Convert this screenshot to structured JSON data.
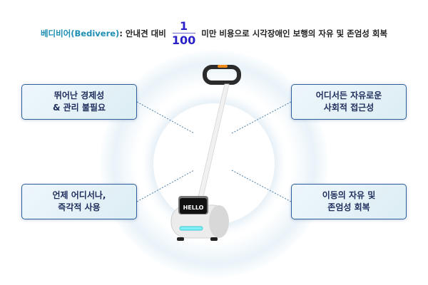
{
  "title": {
    "brand": "베디비어(Bedivere)",
    "text1": ": 안내견 대비",
    "numerator": "1",
    "denominator": "100",
    "text2": "미만 비용으로 시각장애인 보행의 자유 및 존엄성 회복"
  },
  "features": [
    {
      "label": "뛰어난 경제성\n& 관리 불필요"
    },
    {
      "label": "어디서든 자유로운\n사회적 접근성"
    },
    {
      "label": "언제 어디서나,\n즉각적 사용"
    },
    {
      "label": "이동의 자유 및\n존엄성 회복"
    }
  ],
  "robot": {
    "screen_text": "HELLO"
  },
  "colors": {
    "brand": "#1f8fb5",
    "fraction": "#2b21c9",
    "box_border": "#2c5d9c",
    "handle_accent": "#f08a1c"
  }
}
